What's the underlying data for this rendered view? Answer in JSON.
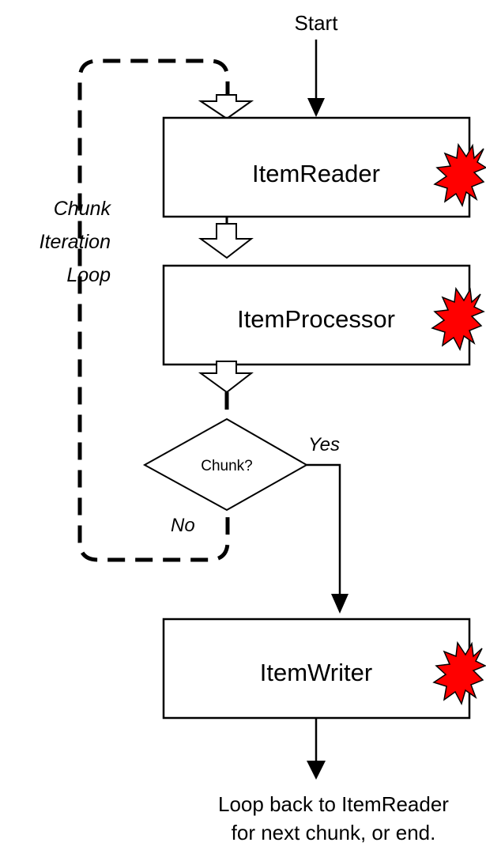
{
  "start": {
    "label": "Start"
  },
  "nodes": {
    "reader": {
      "label": "ItemReader",
      "error_marker": "starburst-icon",
      "error_color": "#ff0000"
    },
    "processor": {
      "label": "ItemProcessor",
      "error_marker": "starburst-icon",
      "error_color": "#ff0000"
    },
    "decision": {
      "label": "Chunk?"
    },
    "writer": {
      "label": "ItemWriter",
      "error_marker": "starburst-icon",
      "error_color": "#ff0000"
    }
  },
  "edges": {
    "yes": "Yes",
    "no": "No"
  },
  "loop": {
    "lines": [
      "Chunk",
      "Iteration",
      "Loop"
    ]
  },
  "end": {
    "lines": [
      "Loop back to ItemReader",
      "for next chunk, or end."
    ]
  }
}
